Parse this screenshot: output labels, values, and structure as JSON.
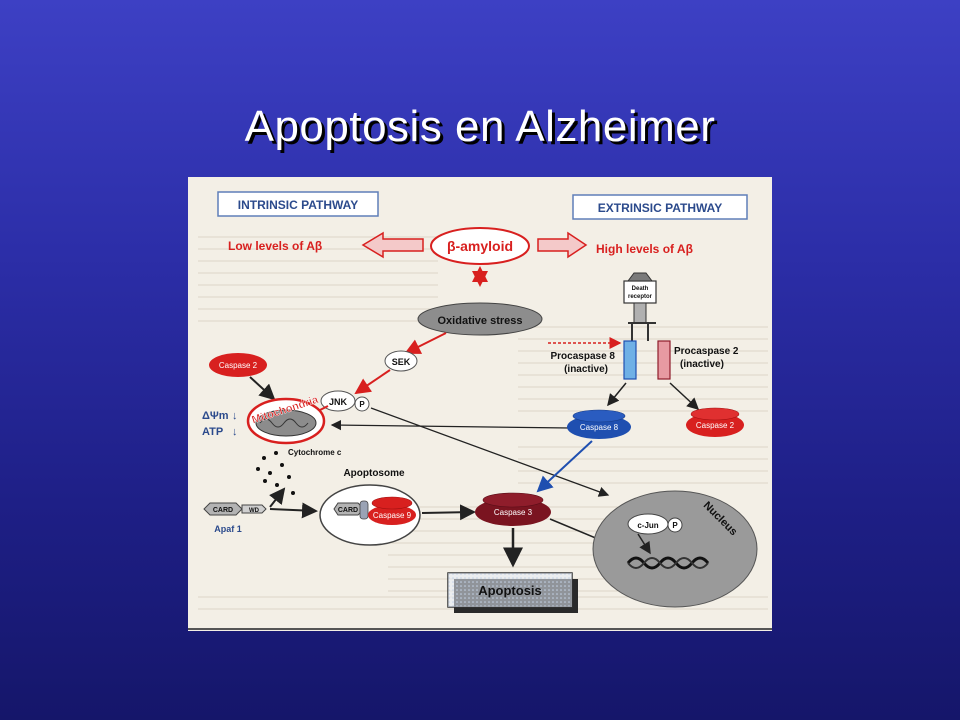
{
  "title": "Apoptosis en Alzheimer",
  "diagram": {
    "intrinsic_pathway": "INTRINSIC PATHWAY",
    "extrinsic_pathway": "EXTRINSIC PATHWAY",
    "beta_amyloid": "β-amyloid",
    "low_levels": "Low levels of Aβ",
    "high_levels": "High levels of Aβ",
    "oxidative_stress": "Oxidative stress",
    "death_receptor_line1": "Death",
    "death_receptor_line2": "receptor",
    "procaspase8_line1": "Procaspase 8",
    "procaspase8_line2": "(inactive)",
    "procaspase2_line1": "Procaspase 2",
    "procaspase2_line2": "(inactive)",
    "caspase2_left": "Caspase 2",
    "caspase2_right": "Caspase 2",
    "sek": "SEK",
    "jnk": "JNK",
    "phospho": "P",
    "mitochondria": "Mitochondria",
    "delta_psi_m": "ΔΨm",
    "atp": "ATP",
    "cytochrome_c": "Cytochrome c",
    "caspase8": "Caspase 8",
    "apoptosome": "Apoptosome",
    "card": "CARD",
    "wd": "WD",
    "apaf1": "Apaf 1",
    "caspase9": "Caspase 9",
    "caspase3": "Caspase 3",
    "c_jun": "c-Jun",
    "nucleus": "Nucleus",
    "apoptosis": "Apoptosis"
  },
  "colors": {
    "red": "#d8201f",
    "blue_oval": "#1f4fb0",
    "dark_oval": "#7a1420",
    "gray_oval": "#8d8d8d",
    "nucleus": "#9a9a9a"
  }
}
